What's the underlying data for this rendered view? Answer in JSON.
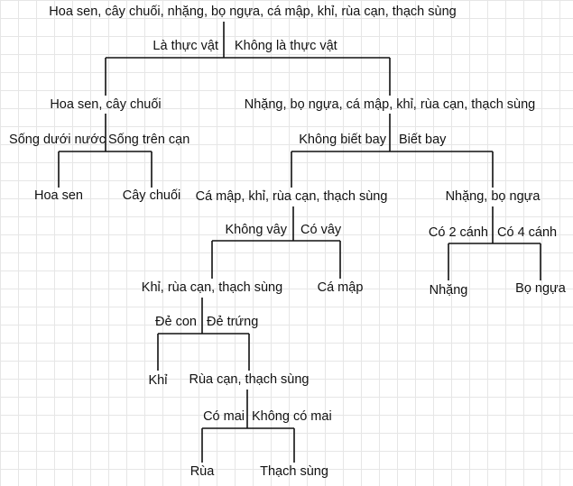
{
  "tree": {
    "line_color": "#111111",
    "root": {
      "label": "Hoa sen, cây chuối, nhặng, bọ ngựa, cá mập, khỉ, rùa cạn, thạch sùng",
      "split": [
        "Là thực vật",
        "Không là thực vật"
      ],
      "left": {
        "label": "Hoa sen, cây chuối",
        "split": [
          "Sống dưới nước",
          "Sống trên cạn"
        ],
        "left": {
          "label": "Hoa sen"
        },
        "right": {
          "label": "Cây chuối"
        }
      },
      "right": {
        "label": "Nhặng, bọ ngựa, cá mập, khỉ, rùa cạn, thạch sùng",
        "split": [
          "Không biết bay",
          "Biết bay"
        ],
        "left": {
          "label": "Cá mập, khỉ, rùa cạn, thạch sùng",
          "split": [
            "Không vây",
            "Có vây"
          ],
          "left": {
            "label": "Khỉ, rùa cạn, thạch sùng",
            "split": [
              "Đẻ con",
              "Đẻ trứng"
            ],
            "left": {
              "label": "Khỉ"
            },
            "right": {
              "label": "Rùa cạn, thạch sùng",
              "split": [
                "Có mai",
                "Không có mai"
              ],
              "left": {
                "label": "Rùa"
              },
              "right": {
                "label": "Thạch sùng"
              }
            }
          },
          "right": {
            "label": "Cá mập"
          }
        },
        "right": {
          "label": "Nhặng, bọ ngựa",
          "split": [
            "Có 2 cánh",
            "Có 4 cánh"
          ],
          "left": {
            "label": "Nhặng"
          },
          "right": {
            "label": "Bọ ngựa"
          }
        }
      }
    }
  }
}
